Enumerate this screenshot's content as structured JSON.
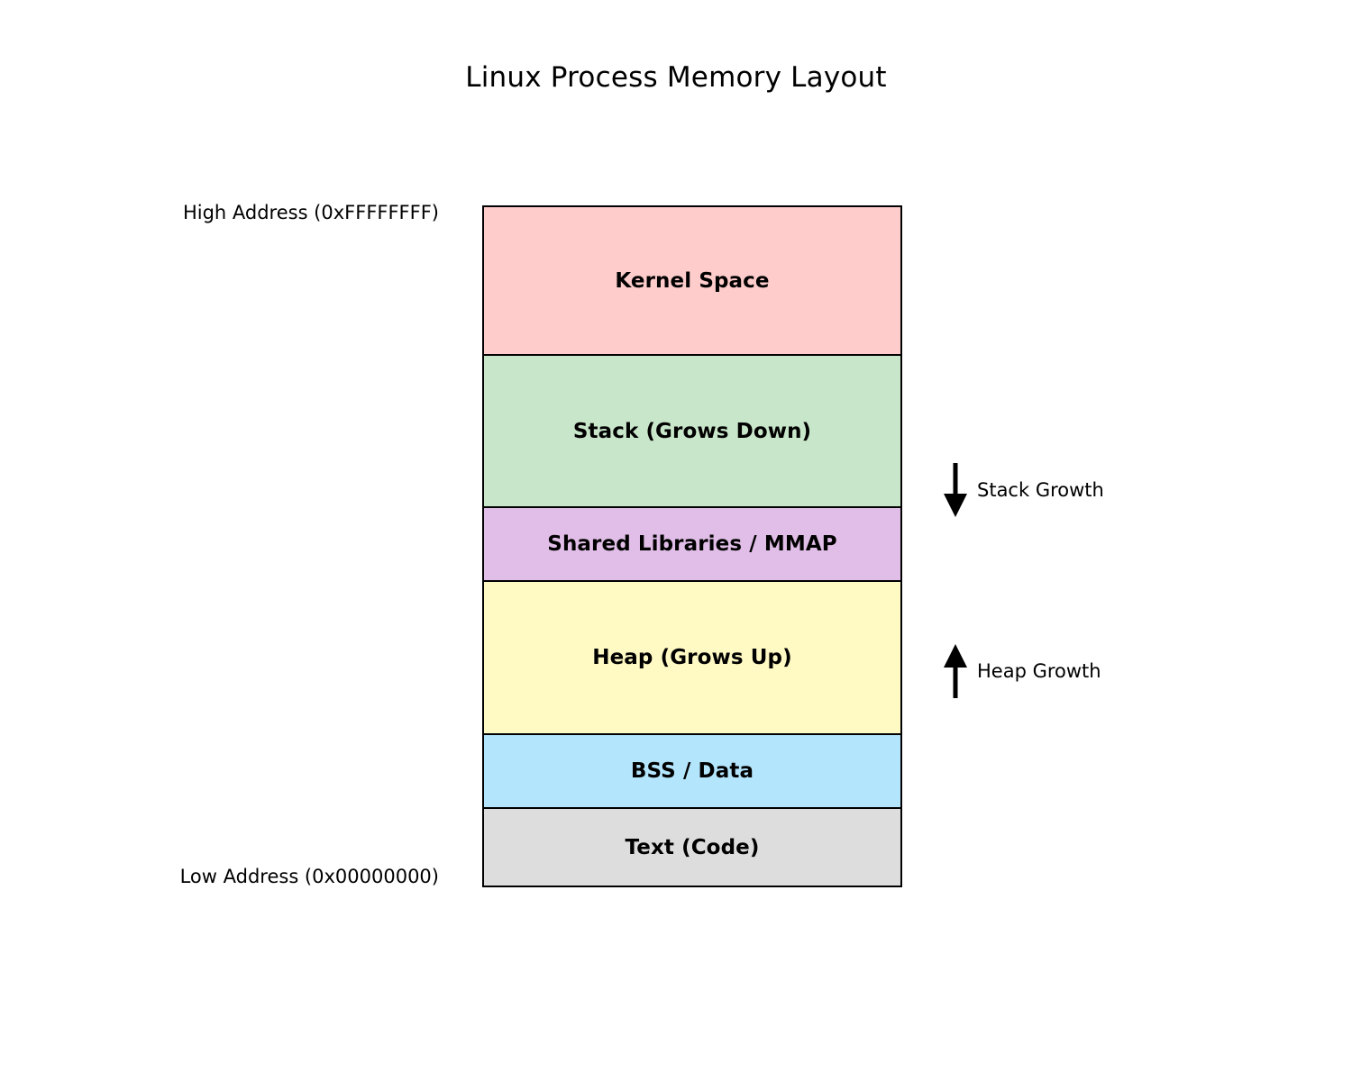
{
  "figure": {
    "title": "Linux Process Memory Layout",
    "background": "#ffffff"
  },
  "annotations": {
    "high_address": "High Address (0xFFFFFFFF)",
    "low_address": "Low Address (0x00000000)"
  },
  "growth_markers": [
    {
      "id": "stack-growth",
      "label": "Stack Growth",
      "direction": "down",
      "icon": "arrow-down-icon",
      "color": "#000000"
    },
    {
      "id": "heap-growth",
      "label": "Heap Growth",
      "direction": "up",
      "icon": "arrow-up-icon",
      "color": "#000000"
    }
  ],
  "chart_data": {
    "type": "bar",
    "title": "Linux Process Memory Layout",
    "xlabel": "",
    "ylabel": "",
    "orientation": "vertical-stack",
    "grid": false,
    "legend": "none",
    "categories": [
      "Kernel Space",
      "Stack (Grows Down)",
      "Shared Libraries / MMAP",
      "Heap (Grows Up)",
      "BSS / Data",
      "Text (Code)"
    ],
    "values": [
      167,
      169,
      82,
      170,
      82,
      87
    ],
    "colors": [
      "#ffcccc",
      "#c8e6c9",
      "#e1bee7",
      "#fff9c4",
      "#b3e5fc",
      "#dddddd"
    ],
    "edge_color": "#000000",
    "axis_annotations": {
      "top": "High Address (0xFFFFFFFF)",
      "bottom": "Low Address (0x00000000)"
    },
    "segments": [
      {
        "label": "Kernel Space",
        "color": "#ffcccc",
        "height": 167
      },
      {
        "label": "Stack (Grows Down)",
        "color": "#c8e6c9",
        "height": 169
      },
      {
        "label": "Shared Libraries / MMAP",
        "color": "#e1bee7",
        "height": 82
      },
      {
        "label": "Heap (Grows Up)",
        "color": "#fff9c4",
        "height": 170
      },
      {
        "label": "BSS / Data",
        "color": "#b3e5fc",
        "height": 82
      },
      {
        "label": "Text (Code)",
        "color": "#dddddd",
        "height": 87
      }
    ]
  }
}
